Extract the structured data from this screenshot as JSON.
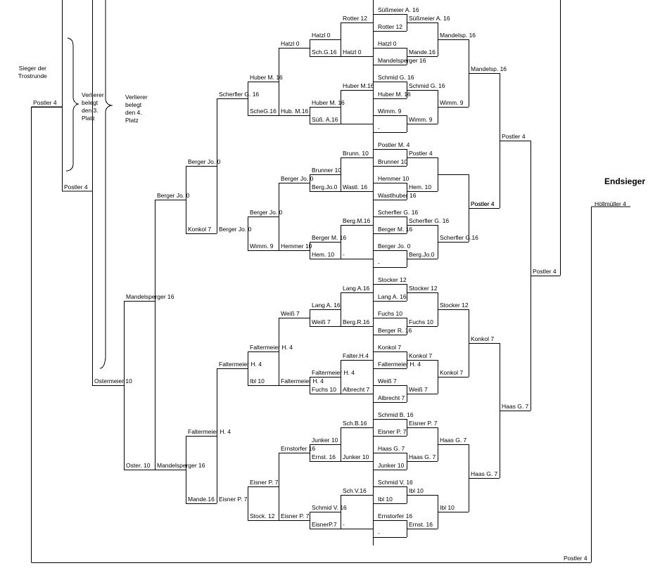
{
  "annotations": {
    "consolation_winner": "Sieger der\nTrostrunde",
    "loser_third": "Verlierer\nbelegt\nden 3.\nPlatz",
    "loser_fourth": "Verlierer\nbelegt\nden 4.\nPlatz",
    "final_winner_heading": "Endsieger"
  },
  "entries": [
    [
      "r_rotter",
      "Rotter 12"
    ],
    [
      "r_suessA",
      "Süßmeier A. 16"
    ],
    [
      "r_suessA2",
      "Süßmeier A. 16"
    ],
    [
      "r_rotter2",
      "Rotter 12"
    ],
    [
      "r_hatzl0",
      "Hatzl 0"
    ],
    [
      "r_hatzl0b",
      "Hatzl 0"
    ],
    [
      "r_schG",
      "Sch.G.16"
    ],
    [
      "r_hatzl0c",
      "Hatzl 0"
    ],
    [
      "r_hatzl0d",
      "Hatzl 0"
    ],
    [
      "r_mandesp1",
      "Mandelsp. 16"
    ],
    [
      "r_mande16",
      "Mande.16"
    ],
    [
      "r_mandelsp16",
      "Mandelsperger 16"
    ],
    [
      "r_mandesp2",
      "Mandelsp. 16"
    ],
    [
      "r_huberM16",
      "Huber M. 16"
    ],
    [
      "r_huberM16b",
      "Huber M.16"
    ],
    [
      "r_schmidG",
      "Schmid G. 16"
    ],
    [
      "r_schmidG2",
      "Schmid G. 16"
    ],
    [
      "r_huberM16c",
      "Huber M. 16"
    ],
    [
      "r_huberM16d",
      "Huber M. 16"
    ],
    [
      "r_scherflerG16",
      "Scherfler G. 16"
    ],
    [
      "r_scheG",
      "ScheG.16"
    ],
    [
      "r_hubM16",
      "Hub. M.16"
    ],
    [
      "r_suessA16",
      "Süß. A.16"
    ],
    [
      "r_wimm9",
      "Wimm. 9"
    ],
    [
      "r_wimm9b",
      "Wimm. 9"
    ],
    [
      "r_wimm9c",
      "Wimm. 9"
    ],
    [
      "r_dash1",
      "-"
    ],
    [
      "r_postler4a",
      "Postler 4"
    ],
    [
      "r_postlerM4",
      "Postler M. 4"
    ],
    [
      "r_postler4b",
      "Postler 4"
    ],
    [
      "r_brunn",
      "Brunn. 10"
    ],
    [
      "r_bergerJo0",
      "Berger Jo. 0"
    ],
    [
      "r_brunner10",
      "Brunner 10"
    ],
    [
      "r_brunner10b",
      "Brunner 10"
    ],
    [
      "r_postler4c",
      "Postler 4"
    ],
    [
      "r_bergerJo0b",
      "Berger Jo. 0"
    ],
    [
      "r_bergJo0",
      "Berg.Jo.0"
    ],
    [
      "r_wastl16",
      "Wastl. 16"
    ],
    [
      "r_hemmer10",
      "Hemmer 10"
    ],
    [
      "r_hem10",
      "Hem. 10"
    ],
    [
      "r_bergerJo0c",
      "Berger Jo. 0"
    ],
    [
      "r_wastlhuber",
      "Wastlhuber 16"
    ],
    [
      "r_postler4d",
      "Postler 4"
    ],
    [
      "r_scherflerG16b",
      "Scherfler G. 16"
    ],
    [
      "r_bergM16",
      "Berg.M.16"
    ],
    [
      "r_scherflerG16c",
      "Scherfler G. 16"
    ],
    [
      "r_bergerJo0d",
      "Berger Jo. 0"
    ],
    [
      "r_bergerM16",
      "Berger M. 16"
    ],
    [
      "r_bergerM16b",
      "Berger M. 16"
    ],
    [
      "r_scherflerG16d",
      "Scherfler G.16"
    ],
    [
      "r_konkol7",
      "Konkol 7"
    ],
    [
      "r_bergerJo0e",
      "Berger Jo. 0"
    ],
    [
      "r_wimm9d",
      "Wimm. 9"
    ],
    [
      "r_hemmer10b",
      "Hemmer 10"
    ],
    [
      "r_bergerJo0f",
      "Berger Jo. 0"
    ],
    [
      "r_bergJo0b",
      "Berg.Jo.0"
    ],
    [
      "r_hem10b",
      "Hem. 10"
    ],
    [
      "r_dash2",
      "-"
    ],
    [
      "r_dash3",
      "-"
    ],
    [
      "r_postler4e",
      "Postler 4"
    ],
    [
      "r_stocker12",
      "Stocker 12"
    ],
    [
      "r_langA16",
      "Lang A.16"
    ],
    [
      "r_stocker12b",
      "Stocker 12"
    ],
    [
      "r_mandelsperger16",
      "Mandelsperger 16"
    ],
    [
      "r_langA16b",
      "Lang A. 16"
    ],
    [
      "r_langA16c",
      "Lang A. 16"
    ],
    [
      "r_stocker12c",
      "Stocker 12"
    ],
    [
      "r_weiss7",
      "Weiß 7"
    ],
    [
      "r_fuchs10",
      "Fuchs 10"
    ],
    [
      "r_weiss7b",
      "Weiß 7"
    ],
    [
      "r_bergR16",
      "Berg.R.16"
    ],
    [
      "r_fuchs10b",
      "Fuchs 10"
    ],
    [
      "r_bergerR16",
      "Berger R. 16"
    ],
    [
      "r_konkol7b",
      "Konkol 7"
    ],
    [
      "r_faltermeierH4",
      "Faltermeier H. 4"
    ],
    [
      "r_konkol7c",
      "Konkol 7"
    ],
    [
      "r_konkol7d",
      "Konkol 7"
    ],
    [
      "r_falterH4",
      "Falter.H.4"
    ],
    [
      "r_faltermeierH4b",
      "Faltermeier H. 4"
    ],
    [
      "r_faltermeierH4c",
      "Faltermeier H. 4"
    ],
    [
      "r_faltermeierH4d",
      "Faltermeier H. 4"
    ],
    [
      "r_konkol7e",
      "Konkol 7"
    ],
    [
      "r_ostermeier10",
      "Ostermeier 10"
    ],
    [
      "r_ibl10",
      "Ibl 10"
    ],
    [
      "r_faltermeierH4e",
      "Faltermeier H. 4"
    ],
    [
      "r_weiss7c",
      "Weiß 7"
    ],
    [
      "r_weiss7d",
      "Weiß 7"
    ],
    [
      "r_fuchs10c",
      "Fuchs 10"
    ],
    [
      "r_albrecht7",
      "Albrecht 7"
    ],
    [
      "r_albrecht7b",
      "Albrecht 7"
    ],
    [
      "r_haasG7",
      "Haas G. 7"
    ],
    [
      "r_schmidB16",
      "Schmid B. 16"
    ],
    [
      "r_schB16",
      "Sch.B.16"
    ],
    [
      "r_eisnerP7",
      "Eisner P. 7"
    ],
    [
      "r_faltermeierH4f",
      "Faltermeier H. 4"
    ],
    [
      "r_eisnerP7b",
      "Eisner P. 7"
    ],
    [
      "r_junker10",
      "Junker 10"
    ],
    [
      "r_ernstorfer16",
      "Ernstorfer 16"
    ],
    [
      "r_haasG7b",
      "Haas G. 7"
    ],
    [
      "r_haasG7c",
      "Haas G. 7"
    ],
    [
      "r_haasG7d",
      "Haas G. 7"
    ],
    [
      "r_ernst16",
      "Ernst. 16"
    ],
    [
      "r_junker10b",
      "Junker 10"
    ],
    [
      "r_junker10c",
      "Junker 10"
    ],
    [
      "r_oster10",
      "Oster. 10"
    ],
    [
      "r_mandelsperger16b",
      "Mandelsperger 16"
    ],
    [
      "r_haasG7e",
      "Haas G. 7"
    ],
    [
      "r_schmidV16",
      "Schmid V. 16"
    ],
    [
      "r_schV16",
      "Sch.V.16"
    ],
    [
      "r_eisnerP7c",
      "Eisner P. 7"
    ],
    [
      "r_ibl10b",
      "Ibl 10"
    ],
    [
      "r_mande16b",
      "Mande.16"
    ],
    [
      "r_eisnerP7d",
      "Eisner P. 7"
    ],
    [
      "r_schmidV16b",
      "Schmid V. 16"
    ],
    [
      "r_ibl10c",
      "Ibl 10"
    ],
    [
      "r_ibl10d",
      "Ibl 10"
    ],
    [
      "r_stock12",
      "Stock. 12"
    ],
    [
      "r_eisnerP7e",
      "Eisner P. 7"
    ],
    [
      "r_ernstorfer16b",
      "Ernstorfer 16"
    ],
    [
      "r_ernst16b",
      "Ernst. 16"
    ],
    [
      "r_eisnerP7f",
      "EisnerP.7"
    ],
    [
      "r_dash4",
      "-"
    ],
    [
      "r_dash5",
      "-"
    ],
    [
      "r_postler4f",
      "Postler 4"
    ],
    [
      "r_postler4g",
      "Postler 4"
    ],
    [
      "r_postler4h",
      "Postler 4"
    ],
    [
      "r_hoellmueller4",
      "Höllmüller 4"
    ]
  ]
}
